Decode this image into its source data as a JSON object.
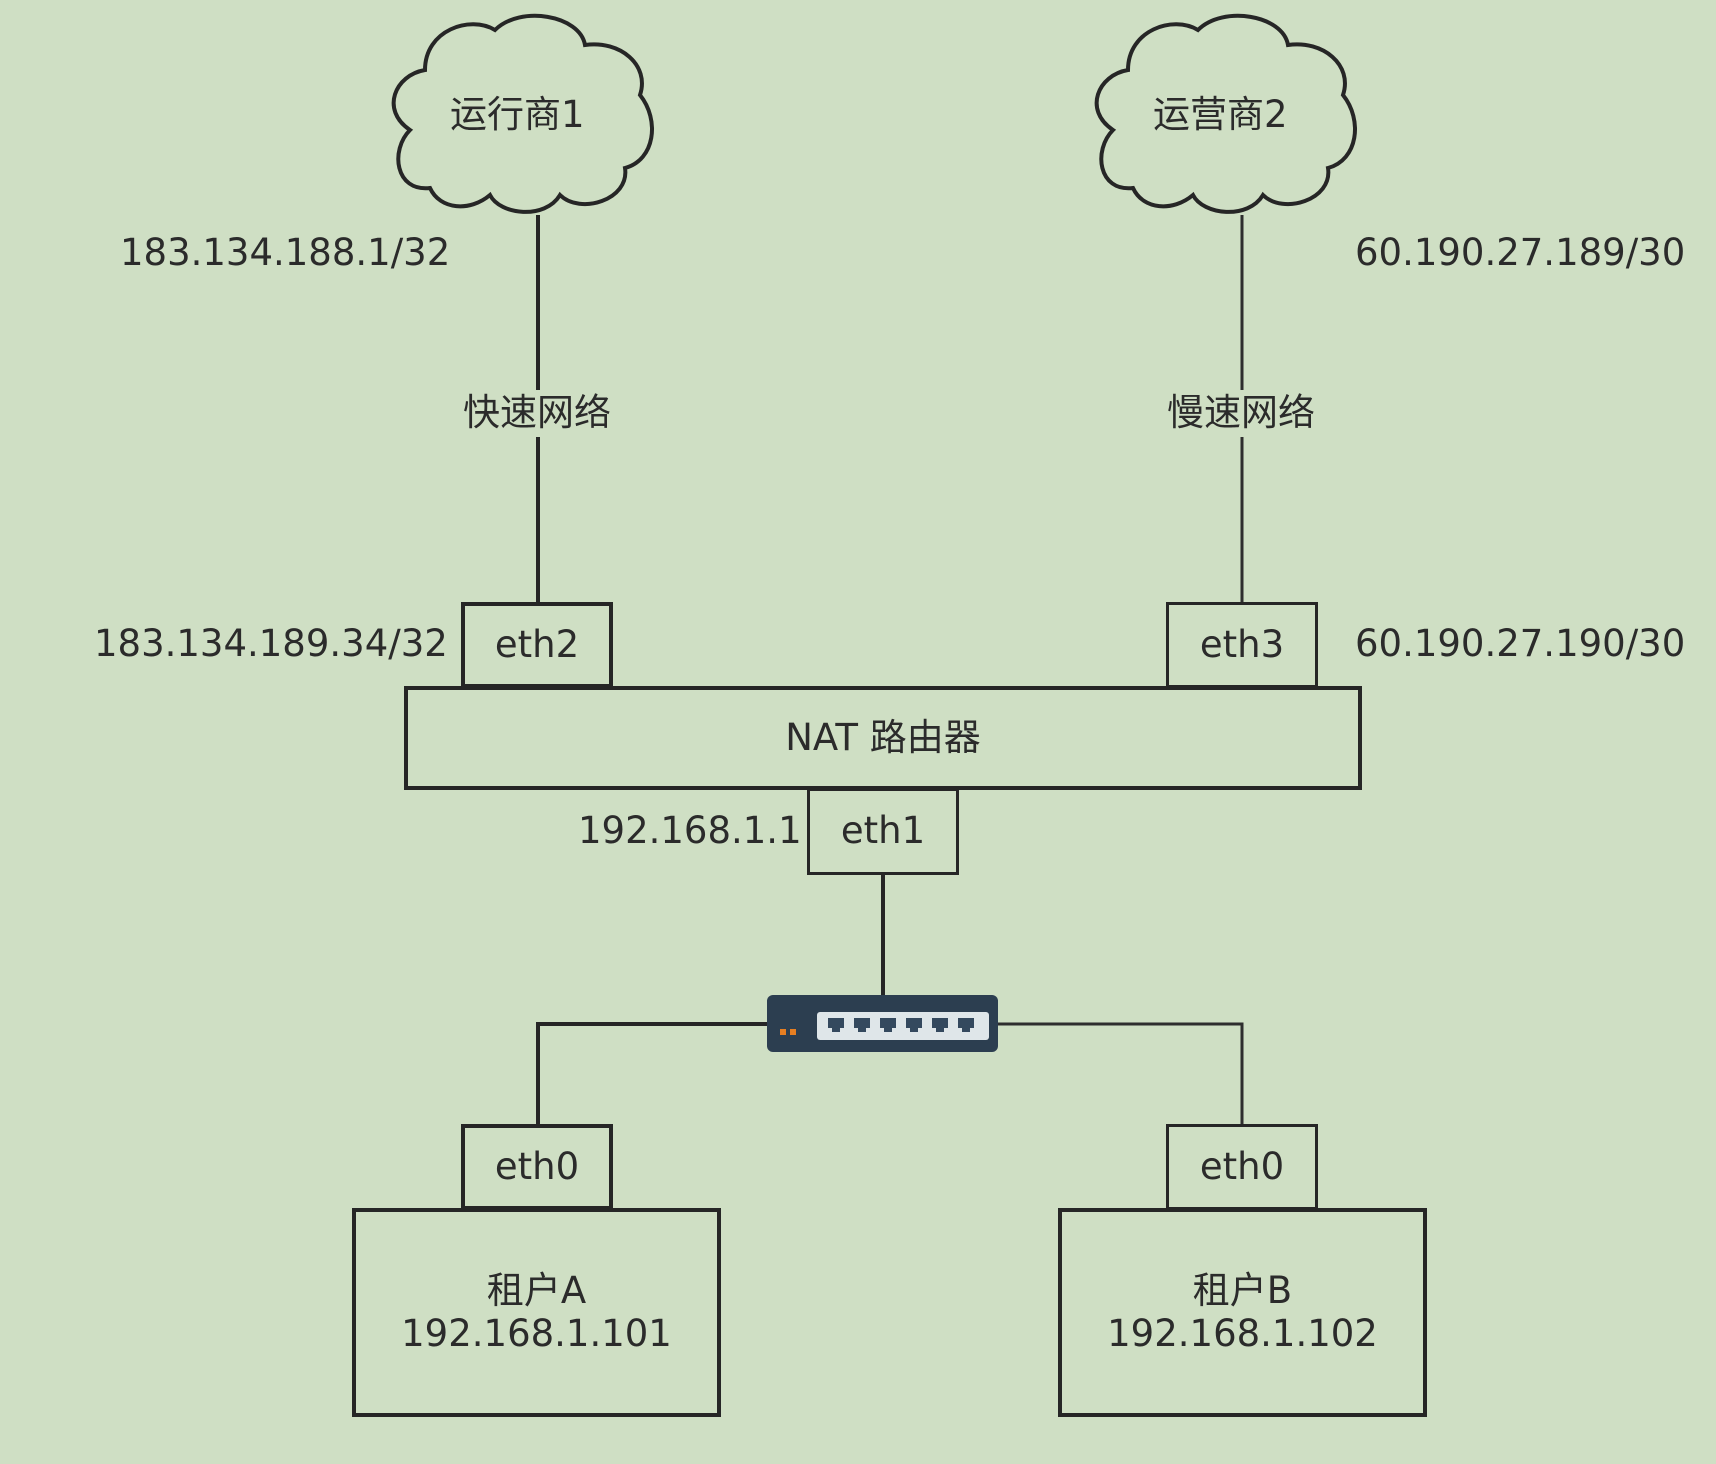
{
  "clouds": {
    "isp1": "运行商1",
    "isp2": "运营商2"
  },
  "addresses": {
    "isp1_gateway": "183.134.188.1/32",
    "isp2_gateway": "60.190.27.189/30",
    "eth2_ip": "183.134.189.34/32",
    "eth3_ip": "60.190.27.190/30",
    "eth1_ip": "192.168.1.1"
  },
  "links": {
    "fast": "快速网络",
    "slow": "慢速网络"
  },
  "router": {
    "name": "NAT 路由器",
    "eth2": "eth2",
    "eth3": "eth3",
    "eth1": "eth1"
  },
  "tenants": {
    "a": {
      "iface": "eth0",
      "name": "租户A",
      "ip": "192.168.1.101"
    },
    "b": {
      "iface": "eth0",
      "name": "租户B",
      "ip": "192.168.1.102"
    }
  },
  "switch": {
    "icon": "network-switch-icon",
    "color": "#2c3e50"
  },
  "colors": {
    "background": "#cfdfc4",
    "stroke": "#262626"
  }
}
